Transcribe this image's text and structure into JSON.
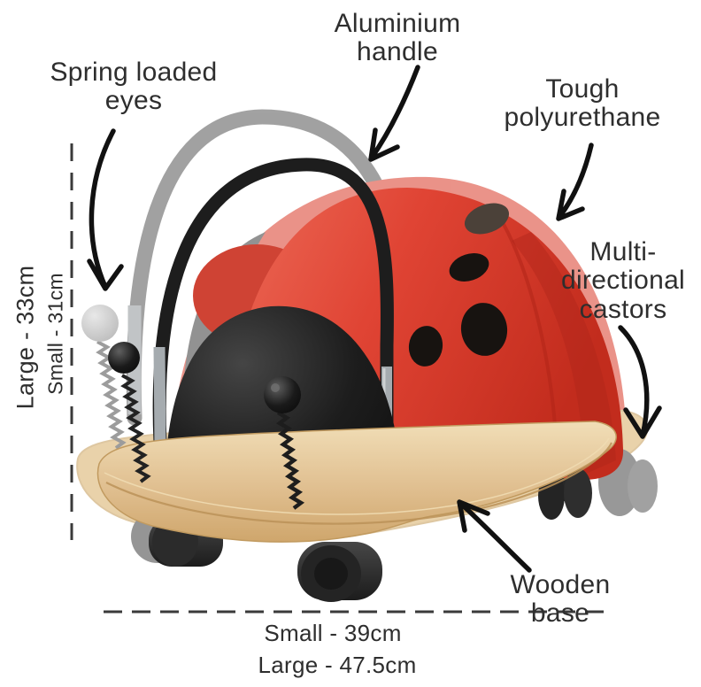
{
  "figure": {
    "kind": "annotated product diagram",
    "subject": "ladybird ride-on toy shown in two sizes (large ghosted behind small)"
  },
  "annotations": {
    "spring_eyes": "Spring loaded\neyes",
    "aluminium_handle": "Aluminium\nhandle",
    "tough_polyurethane": "Tough\npolyurethane",
    "castors": "Multi-\ndirectional\ncastors",
    "wooden_base": "Wooden base"
  },
  "measurements": {
    "height_large": "Large - 33cm",
    "height_small": "Small - 31cm",
    "length_small": "Small - 39cm",
    "length_large": "Large - 47.5cm"
  },
  "colors": {
    "text": "#2e2e2e",
    "arrow": "#111111",
    "dash_line": "#3a3a3a",
    "body_red": "#d93a28",
    "body_red_dark": "#b0261a",
    "body_red_ghost": "#e88f84",
    "spot_black": "#171310",
    "spot_ghost": "#4b4139",
    "head_black": "#1a1a1a",
    "handle_black": "#1d1d1d",
    "handle_gray_ghost": "#9b9b9b",
    "metal": "#a5abaf",
    "wood": "#e0bf90",
    "wood_ghost": "#ead2a4",
    "wheel_black": "#2e2e2e",
    "wheel_ghost": "#8f9193",
    "eye_gray_ghost": "#9c9c9c"
  }
}
